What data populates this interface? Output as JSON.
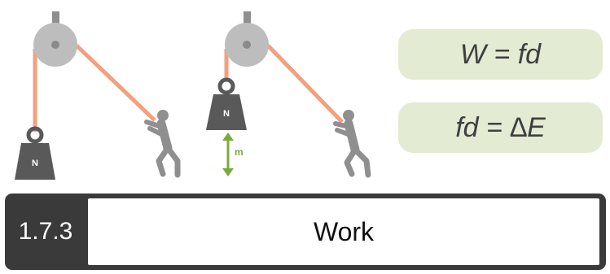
{
  "formulas": {
    "work": "W = fd",
    "energy": "fd = ∆E"
  },
  "diagram": {
    "weight_left_label": "N",
    "weight_right_label": "N",
    "distance_label": "m"
  },
  "banner": {
    "section_number": "1.7.3",
    "title": "Work"
  },
  "colors": {
    "rope": "#f2a07e",
    "pulley": "#bdbdbd",
    "figure": "#8f8f8f",
    "weight": "#595959",
    "arrow": "#7aaa3c",
    "formula_bg": "#e3ebd3",
    "banner_dark": "#3a3a3a"
  }
}
